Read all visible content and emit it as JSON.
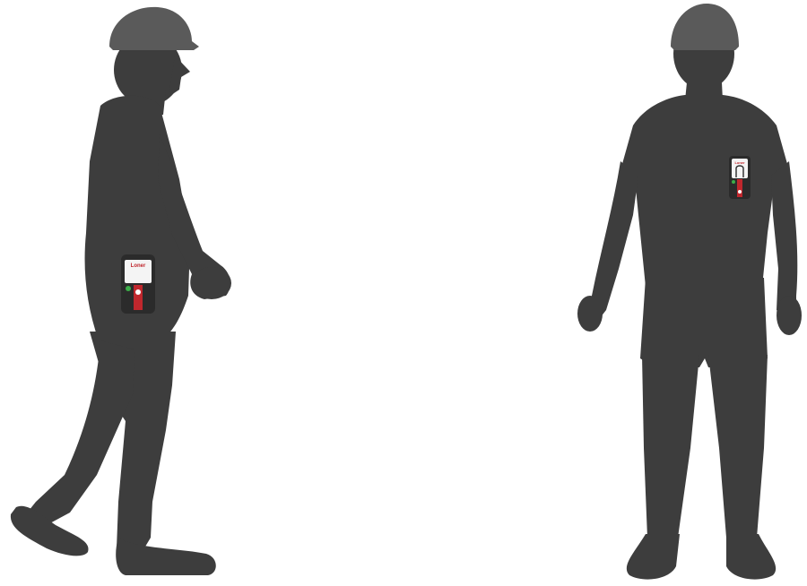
{
  "scene": {
    "background_color": "#ffffff",
    "silhouette_color": "#3d3d3d",
    "hat_color": "#5a5a5a",
    "figures": [
      {
        "pose": "walking-side-view",
        "device_location": "hip",
        "wears": "hard-hat"
      },
      {
        "pose": "standing-front-view",
        "device_location": "chest-pocket",
        "wears": "hard-hat"
      }
    ]
  },
  "device": {
    "logo_text": "Loner",
    "body_color": "#2b2b2b",
    "screen_color": "#f4f4f4",
    "accent_red": "#c0272d",
    "accent_green": "#3cae49",
    "icons": [
      "check-icon",
      "sos-button-icon"
    ]
  }
}
